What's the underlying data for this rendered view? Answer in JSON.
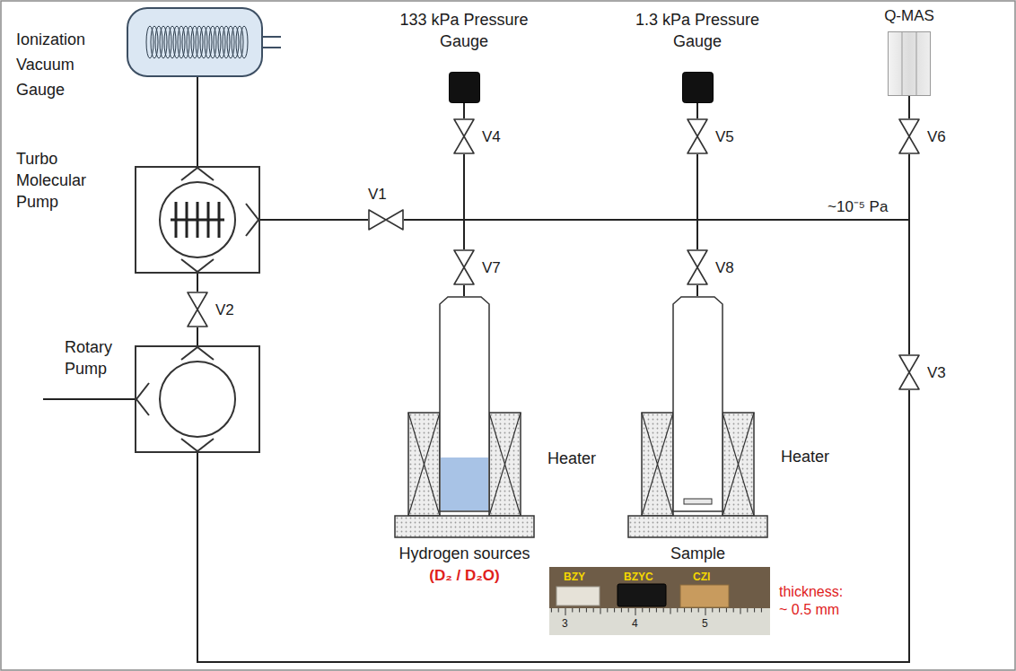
{
  "diagram": {
    "nodes": [
      {
        "text": [
          "Ionization Vacuum Gauge"
        ]
      },
      {
        "text": [
          "133 kPa Pressure Gauge"
        ]
      },
      {
        "text": [
          "1.3 kPa Pressure Gauge"
        ]
      },
      {
        "text": [
          "Q-MAS"
        ]
      },
      {
        "text": [
          "V4"
        ]
      },
      {
        "text": [
          "V5"
        ]
      },
      {
        "text": [
          "V6"
        ]
      },
      {
        "text": [
          "Turbo Molecular Pump"
        ]
      },
      {
        "text": [
          "V1"
        ]
      },
      {
        "text": [
          "V7"
        ]
      },
      {
        "text": [
          "V8"
        ]
      },
      {
        "text": [
          "V2"
        ]
      },
      {
        "text": [
          "V3"
        ]
      },
      {
        "text": [
          "Rotary Pump"
        ]
      },
      {
        "text": [
          "Heater",
          "Hydrogen sources",
          "(D₂ / D₂O)"
        ]
      },
      {
        "text": [
          "Heater",
          "Sample"
        ]
      }
    ],
    "edges": [
      {
        "from": 0,
        "to": 7,
        "arrow": "none"
      },
      {
        "from": 7,
        "to": 8,
        "arrow": "none"
      },
      {
        "from": 7,
        "to": 11,
        "arrow": "none"
      },
      {
        "from": 11,
        "to": 13,
        "arrow": "none"
      },
      {
        "from": 8,
        "to": 4,
        "arrow": "none"
      },
      {
        "from": 8,
        "to": 9,
        "arrow": "none"
      },
      {
        "from": 8,
        "to": 5,
        "arrow": "none"
      },
      {
        "from": 8,
        "to": 10,
        "arrow": "none"
      },
      {
        "from": 8,
        "to": 6,
        "arrow": "none"
      },
      {
        "from": 8,
        "to": 12,
        "arrow": "none"
      },
      {
        "from": 4,
        "to": 1,
        "arrow": "none"
      },
      {
        "from": 9,
        "to": 14,
        "arrow": "none"
      },
      {
        "from": 5,
        "to": 2,
        "arrow": "none"
      },
      {
        "from": 10,
        "to": 15,
        "arrow": "none"
      },
      {
        "from": 6,
        "to": 3,
        "arrow": "none"
      },
      {
        "from": 12,
        "to": 13,
        "arrow": "none"
      }
    ],
    "labels": [
      "~10⁻⁵ Pa",
      "BZY",
      "BZYC",
      "CZI",
      "thickness: ~ 0.5 mm",
      "3",
      "4",
      "5"
    ]
  }
}
